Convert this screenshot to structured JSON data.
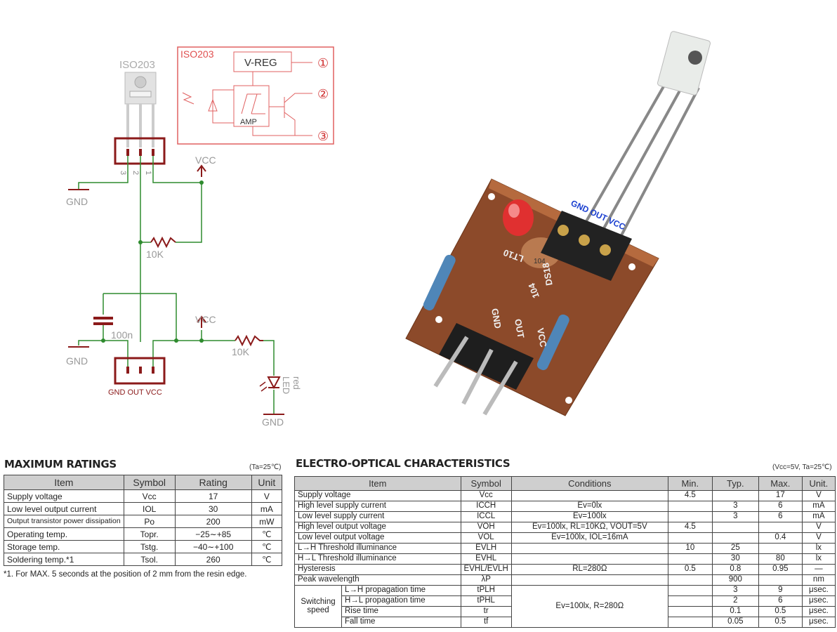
{
  "schematic": {
    "part_label": "ISO203",
    "block_title": "ISO203",
    "vreg": "V-REG",
    "amp": "AMP",
    "pin_markers": [
      "①",
      "②",
      "③"
    ],
    "pin_numbers": [
      "3",
      "2",
      "1"
    ],
    "gnd": "GND",
    "vcc": "VCC",
    "r1": "10K",
    "cap": "100n",
    "r2": "10K",
    "connector": "GND OUT VCC",
    "led": "LED",
    "led_color": "red"
  },
  "photo": {
    "sensor_pins": "GND OUT VCC",
    "silk_pins": [
      "GND",
      "OUT",
      "VCC"
    ],
    "silk_labels": [
      "LT10",
      "DS18",
      "104",
      "104"
    ]
  },
  "max_ratings": {
    "title": "MAXIMUM RATINGS",
    "condition": "(Ta=25℃)",
    "headers": [
      "Item",
      "Symbol",
      "Rating",
      "Unit"
    ],
    "rows": [
      [
        "Supply voltage",
        "Vcc",
        "17",
        "V"
      ],
      [
        "Low level output current",
        "IOL",
        "30",
        "mA"
      ],
      [
        "Output transistor power dissipation",
        "Po",
        "200",
        "mW"
      ],
      [
        "Operating temp.",
        "Topr.",
        "−25∼+85",
        "℃"
      ],
      [
        "Storage temp.",
        "Tstg.",
        "−40∼+100",
        "℃"
      ],
      [
        "Soldering temp.*1",
        "Tsol.",
        "260",
        "℃"
      ]
    ],
    "note": "*1. For MAX. 5 seconds at the position of 2 mm from the resin edge."
  },
  "eo": {
    "title": "ELECTRO-OPTICAL CHARACTERISTICS",
    "condition": "(Vcc=5V, Ta=25℃)",
    "headers": [
      "Item",
      "Symbol",
      "Conditions",
      "Min.",
      "Typ.",
      "Max.",
      "Unit."
    ],
    "rows": [
      [
        "Supply voltage",
        "Vcc",
        "",
        "4.5",
        "",
        "17",
        "V"
      ],
      [
        "High level supply current",
        "ICCH",
        "Ev=0lx",
        "",
        "3",
        "6",
        "mA"
      ],
      [
        "Low level supply current",
        "ICCL",
        "Ev=100lx",
        "",
        "3",
        "6",
        "mA"
      ],
      [
        "High level output voltage",
        "VOH",
        "Ev=100lx, RL=10KΩ, VOUT=5V",
        "4.5",
        "",
        "",
        "V"
      ],
      [
        "Low level output voltage",
        "VOL",
        "Ev=100lx, IOL=16mA",
        "",
        "",
        "0.4",
        "V"
      ],
      [
        "L→H Threshold illuminance",
        "EVLH",
        "",
        "10",
        "25",
        "",
        "lx"
      ],
      [
        "H→L Threshold illuminance",
        "EVHL",
        "",
        "",
        "30",
        "80",
        "lx"
      ],
      [
        "Hysteresis",
        "EVHL/EVLH",
        "RL=280Ω",
        "0.5",
        "0.8",
        "0.95",
        "—"
      ],
      [
        "Peak wavelength",
        "λP",
        "",
        "",
        "900",
        "",
        "nm"
      ]
    ],
    "switching": {
      "group": "Switching speed",
      "conditions": "Ev=100lx, R=280Ω",
      "rows": [
        [
          "L→H propagation time",
          "tPLH",
          "",
          "3",
          "9",
          "μsec."
        ],
        [
          "H→L propagation time",
          "tPHL",
          "",
          "2",
          "6",
          "μsec."
        ],
        [
          "Rise time",
          "tr",
          "",
          "0.1",
          "0.5",
          "μsec."
        ],
        [
          "Fall time",
          "tf",
          "",
          "0.05",
          "0.5",
          "μsec."
        ]
      ]
    }
  }
}
